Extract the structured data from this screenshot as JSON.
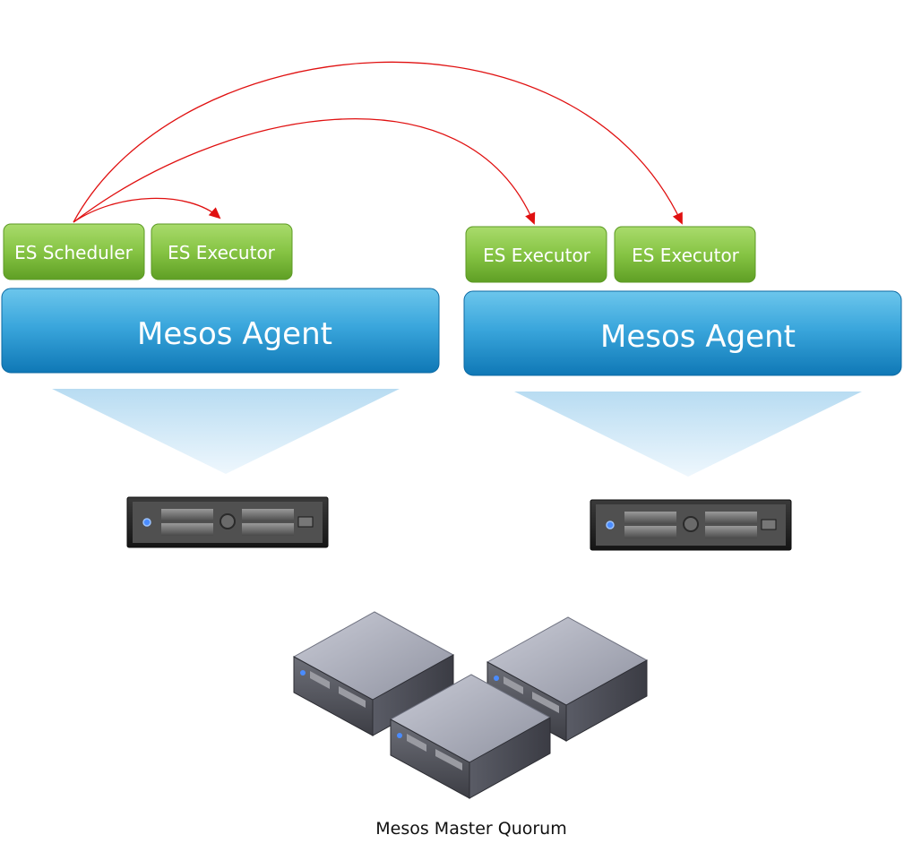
{
  "left_node": {
    "scheduler_label": "ES Scheduler",
    "executor_label": "ES Executor",
    "agent_label": "Mesos Agent"
  },
  "right_node": {
    "executor1_label": "ES Executor",
    "executor2_label": "ES Executor",
    "agent_label": "Mesos Agent"
  },
  "master": {
    "caption": "Mesos Master Quorum"
  },
  "colors": {
    "arrow": "#e01010",
    "button_green": "#7cbf3a",
    "agent_blue": "#2a93d0"
  }
}
